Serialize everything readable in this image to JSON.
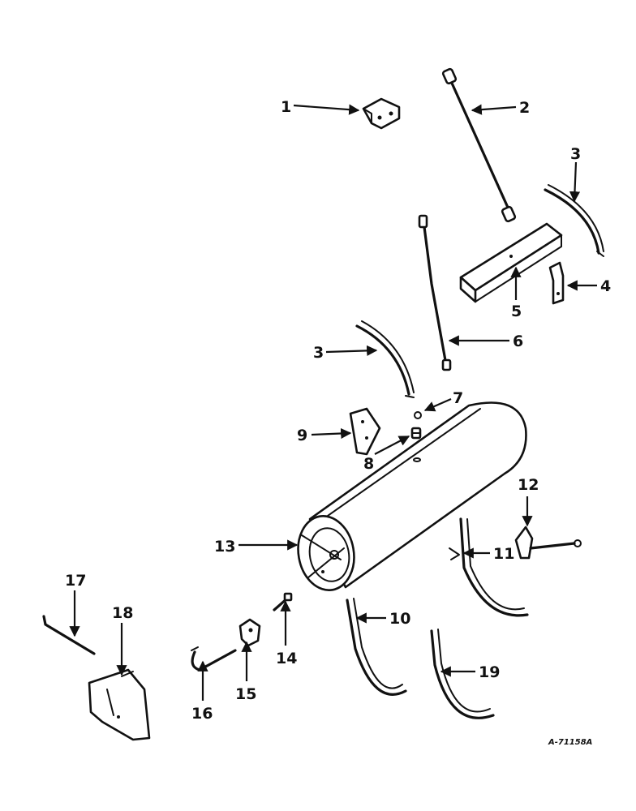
{
  "callouts": {
    "c1": "1",
    "c2": "2",
    "c3a": "3",
    "c3b": "3",
    "c4": "4",
    "c5": "5",
    "c6": "6",
    "c7": "7",
    "c8": "8",
    "c9": "9",
    "c10": "10",
    "c11": "11",
    "c12": "12",
    "c13": "13",
    "c14": "14",
    "c15": "15",
    "c16": "16",
    "c17": "17",
    "c18": "18",
    "c19": "19"
  },
  "reference": "A-71158A"
}
